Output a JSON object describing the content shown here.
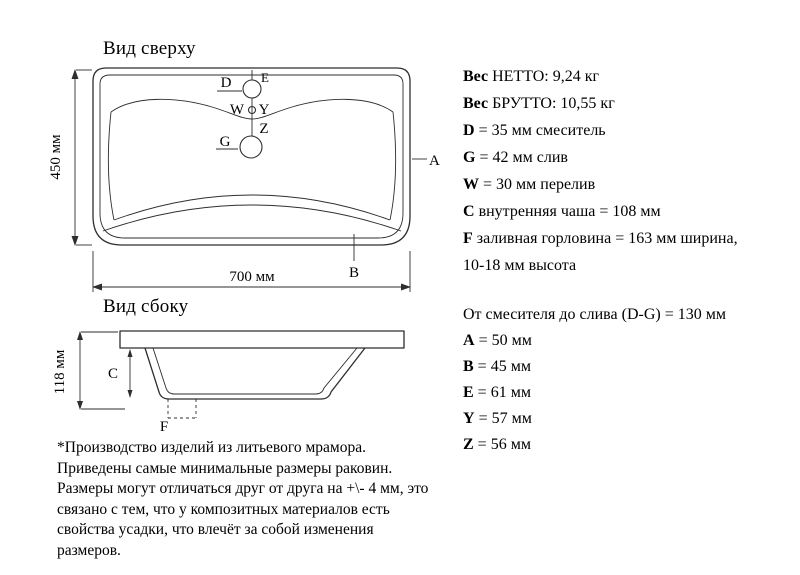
{
  "top_view": {
    "title": "Вид сверху",
    "width_dim": "700 мм",
    "height_dim": "450 мм",
    "labels": {
      "d": "D",
      "e": "E",
      "w": "W",
      "y": "Y",
      "z": "Z",
      "g": "G",
      "a": "A",
      "b": "B"
    }
  },
  "side_view": {
    "title": "Вид сбоку",
    "height_dim": "118 мм",
    "labels": {
      "c": "C",
      "f": "F"
    }
  },
  "specs_primary": [
    {
      "b": "Вес",
      "t": " НЕТТО: 9,24 кг"
    },
    {
      "b": "Вес",
      "t": " БРУТТО: 10,55 кг"
    },
    {
      "b": "D",
      "t": " = 35 мм смеситель"
    },
    {
      "b": "G",
      "t": " = 42 мм слив"
    },
    {
      "b": "W",
      "t": " = 30 мм перелив"
    },
    {
      "b": "C",
      "t": " внутренняя чаша = 108 мм"
    },
    {
      "b": "F",
      "t": " заливная горловина = 163 мм ширина,"
    },
    {
      "b": "",
      "t": "10-18 мм высота"
    }
  ],
  "specs_secondary": [
    {
      "b": "",
      "t": "От смесителя до слива (D-G) = 130 мм"
    },
    {
      "b": "A",
      "t": " = 50 мм"
    },
    {
      "b": "B",
      "t": " = 45 мм"
    },
    {
      "b": "E",
      "t": " = 61 мм"
    },
    {
      "b": "Y",
      "t": " = 57 мм"
    },
    {
      "b": "Z",
      "t": " = 56 мм"
    }
  ],
  "footnote": "*Производство изделий из литьевого мрамора. Приведены самые минимальные размеры раковин. Размеры могут отличаться друг от друга на +\\- 4 мм, это связано с тем, что у композитных материалов есть свойства усадки, что влечёт за собой изменения размеров."
}
